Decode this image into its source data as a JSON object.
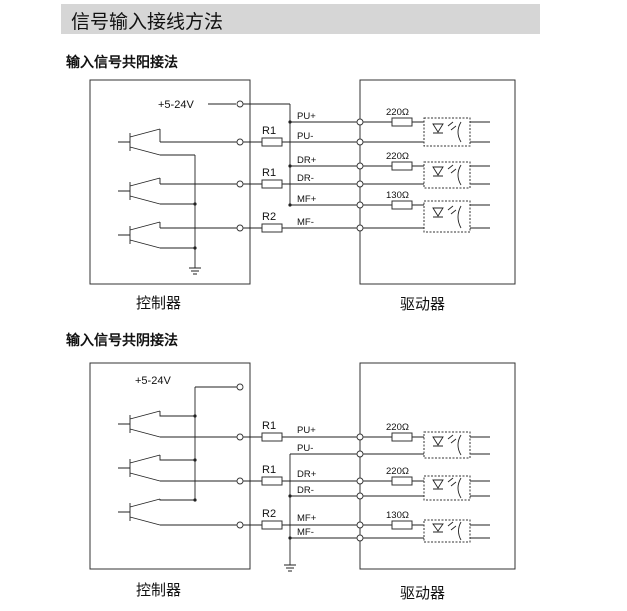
{
  "title": "信号输入接线方法",
  "section1": {
    "heading": "输入信号共阳接法",
    "supply": "+5-24V",
    "controller_label": "控制器",
    "driver_label": "驱动器",
    "resistors": [
      "R1",
      "R1",
      "R2"
    ],
    "signals": [
      "PU+",
      "PU-",
      "DR+",
      "DR-",
      "MF+",
      "MF-"
    ],
    "driver_resistors": [
      "220Ω",
      "220Ω",
      "130Ω"
    ]
  },
  "section2": {
    "heading": "输入信号共阴接法",
    "supply": "+5-24V",
    "controller_label": "控制器",
    "driver_label": "驱动器",
    "resistors": [
      "R1",
      "R1",
      "R2"
    ],
    "signals": [
      "PU+",
      "PU-",
      "DR+",
      "DR-",
      "MF+",
      "MF-"
    ],
    "driver_resistors": [
      "220Ω",
      "220Ω",
      "130Ω"
    ]
  }
}
